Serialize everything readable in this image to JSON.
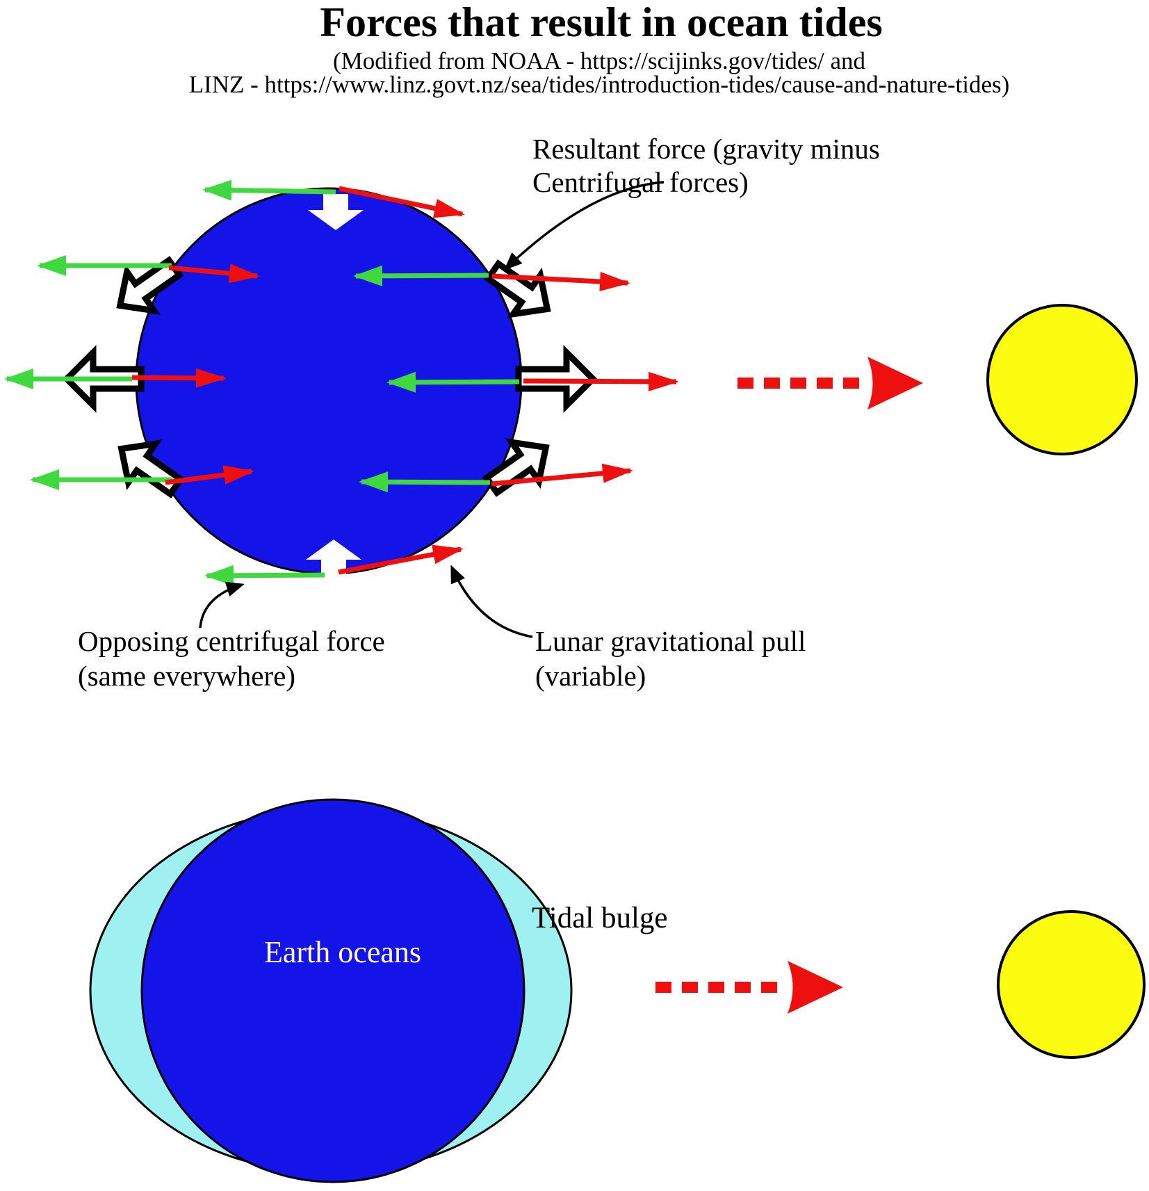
{
  "header": {
    "title": "Forces that result in ocean tides",
    "subtitle_line1": "(Modified from NOAA - https://scijinks.gov/tides/ and",
    "subtitle_line2": "LINZ - https://www.linz.govt.nz/sea/tides/introduction-tides/cause-and-nature-tides)"
  },
  "force_diagram": {
    "resultant_label_line1": "Resultant force (gravity minus",
    "resultant_label_line2": "Centrifugal forces)",
    "centrifugal_label_line1": "Opposing centrifugal force",
    "centrifugal_label_line2": "(same everywhere)",
    "gravity_label_line1": "Lunar gravitational pull",
    "gravity_label_line2": "(variable)"
  },
  "tidal_diagram": {
    "bulge_label": "Tidal bulge",
    "ocean_label": "Earth oceans"
  },
  "colors": {
    "background": "#FFFFFF",
    "text": "#000000",
    "outline_black": "#000000",
    "earth_blue": "#1414E8",
    "ocean_cyan": "#9FF1F1",
    "moon_yellow": "#FCFC10",
    "gravity_red": "#EE0F0F",
    "centrifugal_green": "#3FD83F",
    "ocean_text": "#FFFFFF"
  }
}
